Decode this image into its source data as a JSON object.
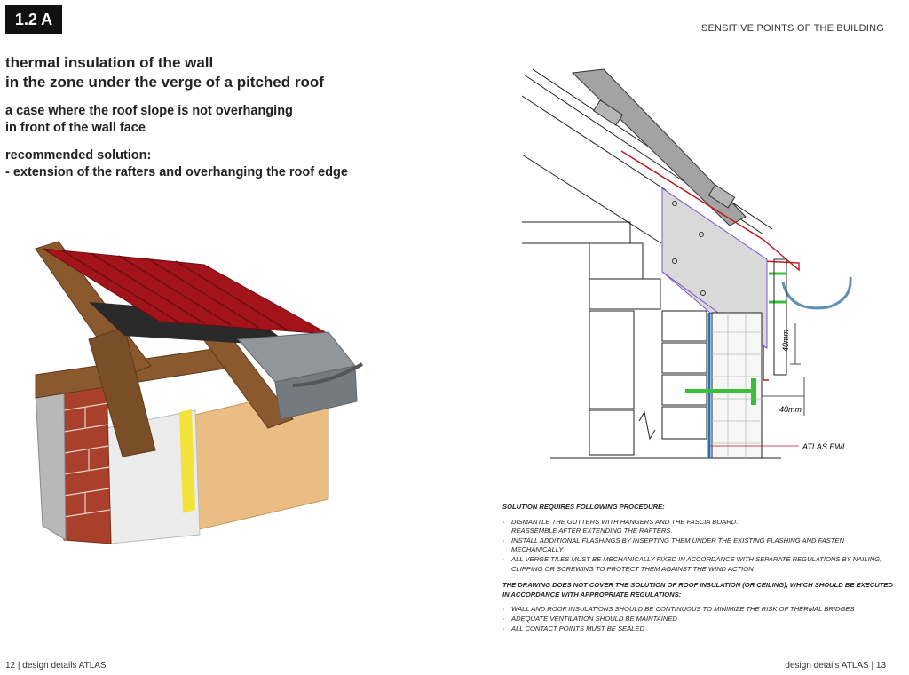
{
  "header": {
    "badge": "1.2 A",
    "section_title": "SENSITIVE POINTS OF THE BUILDING"
  },
  "left": {
    "title_lines": [
      "thermal insulation of the wall",
      "in the zone under the verge of a pitched roof"
    ],
    "case_lines": [
      "a case where the roof slope is not overhanging",
      "in front of the wall face"
    ],
    "solution_lines": [
      "recommended solution:",
      "- extension of the rafters and overhanging the roof edge"
    ]
  },
  "drawing": {
    "dim_vertical": "40mm",
    "dim_horizontal": "40mm",
    "label_ewi": "ATLAS EWI"
  },
  "notes": {
    "heading1": "SOLUTION REQUIRES FOLLOWING PROCEDURE:",
    "list1": [
      [
        "DISMANTLE THE GUTTERS WITH HANGERS AND THE FASCIA BOARD.",
        "REASSEMBLE AFTER EXTENDING THE RAFTERS."
      ],
      [
        "INSTALL ADDITIONAL FLASHINGS BY INSERTING THEM UNDER THE EXISTING FLASHING AND FASTEN MECHANICALLY"
      ],
      [
        "ALL VERGE TILES MUST BE MECHANICALLY FIXED IN ACCORDANCE WITH SEPARATE REGULATIONS BY NAILING,",
        "CLIPPING OR SCREWING TO PROTECT THEM AGAINST THE WIND ACTION"
      ]
    ],
    "heading2_lines": [
      "THE DRAWING DOES NOT COVER THE SOLUTION OF ROOF INSULATION (OR CEILING), WHICH SHOULD BE EXECUTED",
      "IN ACCORDANCE WITH APPROPRIATE REGULATIONS:"
    ],
    "list2": [
      [
        "WALL AND ROOF INSULATIONS SHOULD BE CONTINUOUS TO MINIMIZE THE RISK OF THERMAL BRIDGES"
      ],
      [
        "ADEQUATE VENTILATION SHOULD BE MAINTAINED"
      ],
      [
        "ALL CONTACT POINTS MUST BE SEALED"
      ]
    ]
  },
  "footer": {
    "left": "12 | design details ATLAS",
    "right": "design details ATLAS | 13"
  },
  "colors": {
    "tile_red": "#a3141a",
    "timber": "#8a5a2e",
    "brick": "#a8402c",
    "render": "#e9bd83",
    "eps": "#ececec",
    "flashing": "#8f969c",
    "accent_green": "#3bbf3b",
    "accent_blue": "#2a6fb5",
    "membrane_red": "#c0141c",
    "outline_purple": "#7a55c9"
  }
}
